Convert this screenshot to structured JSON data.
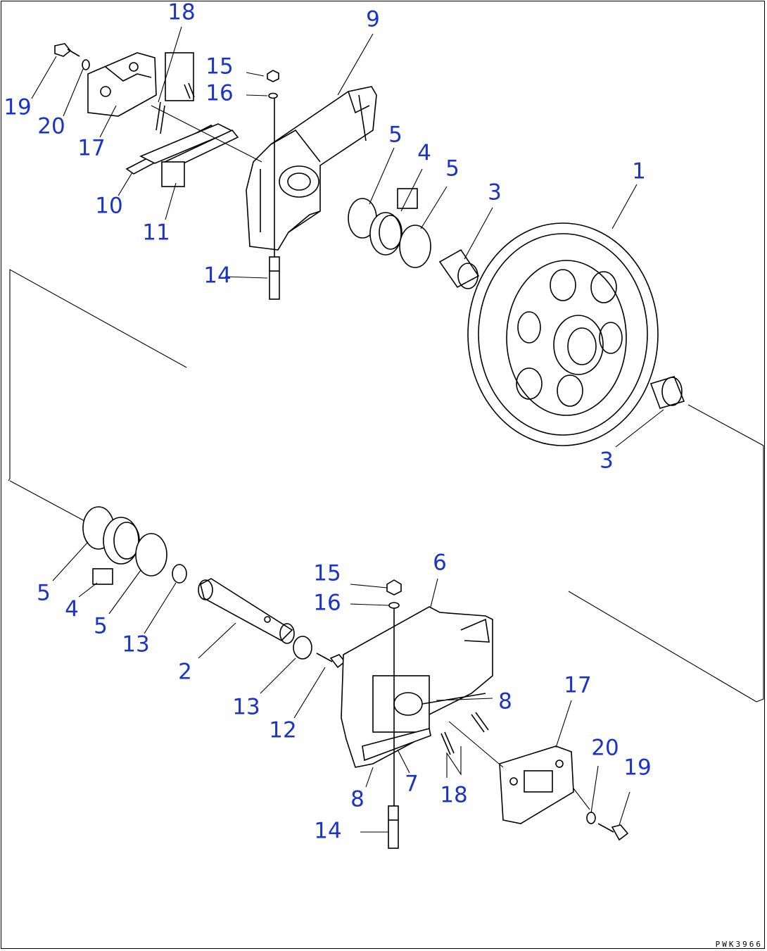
{
  "drawing_code": "PWK3966",
  "callouts": [
    {
      "id": "c-18-top",
      "label": "18"
    },
    {
      "id": "c-9",
      "label": "9"
    },
    {
      "id": "c-15-top",
      "label": "15"
    },
    {
      "id": "c-16-top",
      "label": "16"
    },
    {
      "id": "c-19-top",
      "label": "19"
    },
    {
      "id": "c-20-top",
      "label": "20"
    },
    {
      "id": "c-17-top",
      "label": "17"
    },
    {
      "id": "c-5-a",
      "label": "5"
    },
    {
      "id": "c-4-a",
      "label": "4"
    },
    {
      "id": "c-5-b",
      "label": "5"
    },
    {
      "id": "c-1",
      "label": "1"
    },
    {
      "id": "c-3-a",
      "label": "3"
    },
    {
      "id": "c-10",
      "label": "10"
    },
    {
      "id": "c-11",
      "label": "11"
    },
    {
      "id": "c-14-top",
      "label": "14"
    },
    {
      "id": "c-3-b",
      "label": "3"
    },
    {
      "id": "c-6",
      "label": "6"
    },
    {
      "id": "c-15-bot",
      "label": "15"
    },
    {
      "id": "c-16-bot",
      "label": "16"
    },
    {
      "id": "c-5-c",
      "label": "5"
    },
    {
      "id": "c-4-b",
      "label": "4"
    },
    {
      "id": "c-5-d",
      "label": "5"
    },
    {
      "id": "c-13-a",
      "label": "13"
    },
    {
      "id": "c-2",
      "label": "2"
    },
    {
      "id": "c-13-b",
      "label": "13"
    },
    {
      "id": "c-12",
      "label": "12"
    },
    {
      "id": "c-8-a",
      "label": "8"
    },
    {
      "id": "c-17-bot",
      "label": "17"
    },
    {
      "id": "c-20-bot",
      "label": "20"
    },
    {
      "id": "c-19-bot",
      "label": "19"
    },
    {
      "id": "c-8-b",
      "label": "8"
    },
    {
      "id": "c-7",
      "label": "7"
    },
    {
      "id": "c-18-bot",
      "label": "18"
    },
    {
      "id": "c-14-bot",
      "label": "14"
    }
  ]
}
